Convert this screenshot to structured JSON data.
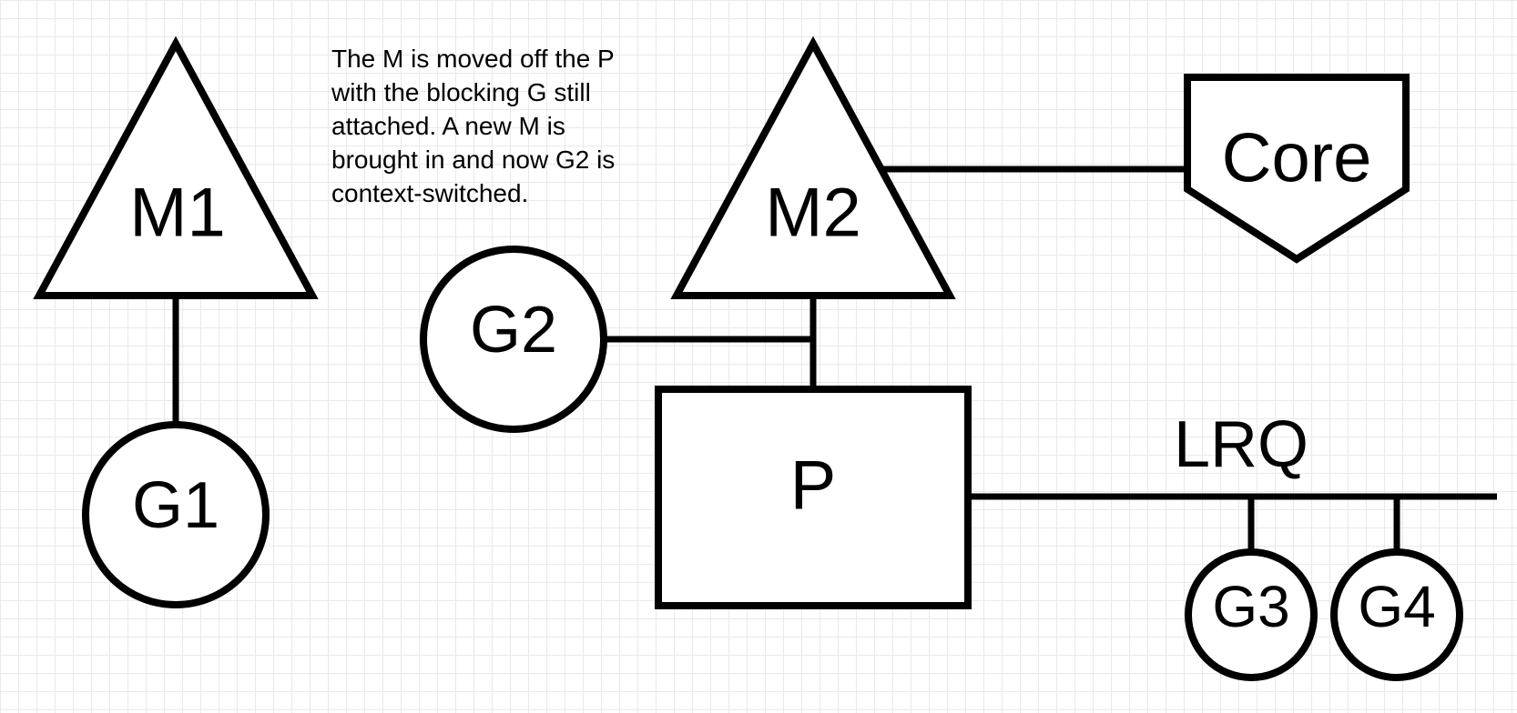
{
  "diagram": {
    "note_lines": [
      "The M is moved off the P",
      "with the blocking G still",
      "attached. A new M is",
      "brought in and now G2 is",
      "context-switched."
    ],
    "nodes": {
      "m1": "M1",
      "g1": "G1",
      "g2": "G2",
      "m2": "M2",
      "p": "P",
      "core": "Core",
      "lrq": "LRQ",
      "g3": "G3",
      "g4": "G4"
    }
  }
}
